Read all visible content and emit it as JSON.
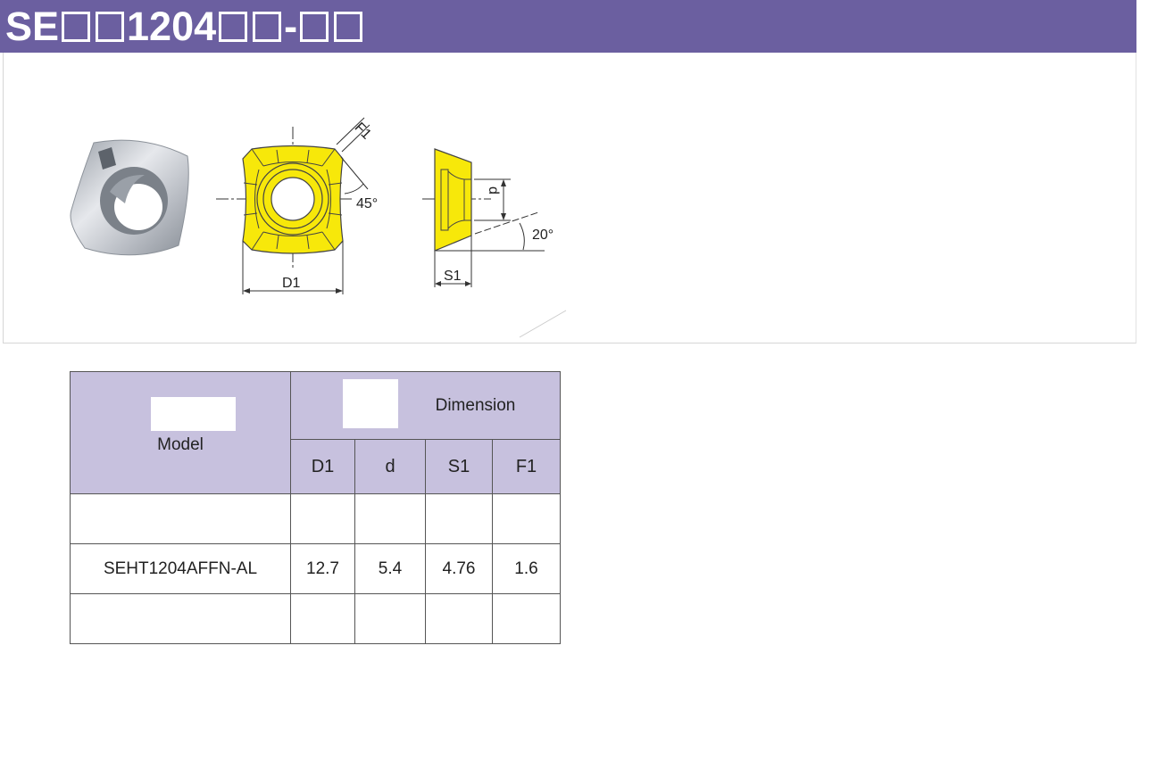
{
  "header": {
    "title_prefix": "SE",
    "title_middle": "1204",
    "title_dash": "-",
    "placeholder_boxes": 6,
    "color": "#6b5fa0"
  },
  "diagram": {
    "top_view_labels": {
      "f1": "F1",
      "angle": "45°",
      "d1": "D1"
    },
    "side_view_labels": {
      "d": "d",
      "angle": "20°",
      "s1": "S1"
    },
    "insert_color": "#f7e80a"
  },
  "table": {
    "header_bg": "#c7c1de",
    "model_header": "Model",
    "dimension_header": "Dimension",
    "columns": [
      "D1",
      "d",
      "S1",
      "F1"
    ],
    "rows": [
      {
        "model": "",
        "values": [
          "",
          "",
          "",
          ""
        ]
      },
      {
        "model": "SEHT1204AFFN-AL",
        "values": [
          "12.7",
          "5.4",
          "4.76",
          "1.6"
        ]
      },
      {
        "model": "",
        "values": [
          "",
          "",
          "",
          ""
        ]
      }
    ]
  }
}
